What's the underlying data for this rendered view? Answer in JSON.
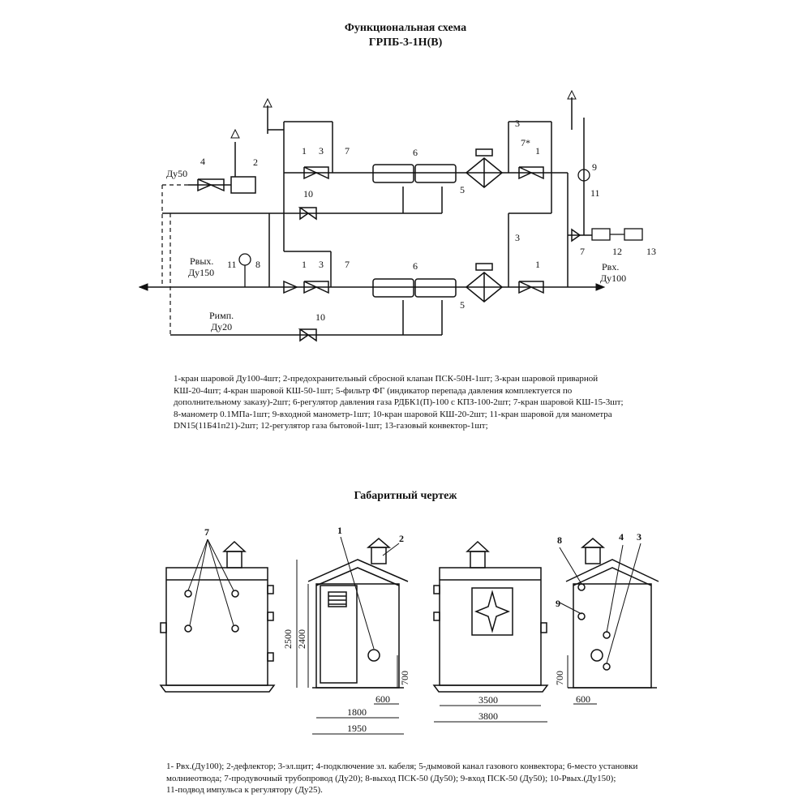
{
  "titles": {
    "functional_line1": "Функциональная схема",
    "functional_line2": "ГРПБ-3-1Н(В)",
    "dimensional": "Габаритный чертеж"
  },
  "schema": {
    "labels": {
      "du50": "Ду50",
      "pvyh": "Рвых.",
      "du150": "Ду150",
      "pimp": "Римп.",
      "du20": "Ду20",
      "pvh": "Рвх.",
      "du100": "Ду100",
      "star7": "7*"
    },
    "numbers": [
      "1",
      "2",
      "3",
      "4",
      "5",
      "6",
      "7",
      "8",
      "9",
      "10",
      "11",
      "12",
      "13"
    ]
  },
  "schema_legend": [
    "1-кран шаровой Ду100-4шт; 2-предохранительный сбросной клапан ПСК-50Н-1шт; 3-кран шаровой приварной",
    "КШ-20-4шт; 4-кран шаровой КШ-50-1шт; 5-фильтр ФГ (индикатор перепада давления комплектуется по",
    "дополнительному заказу)-2шт; 6-регулятор давления газа РДБК1(П)-100 с КПЗ-100-2шт; 7-кран шаровой КШ-15-3шт;",
    "8-манометр 0.1МПа-1шт; 9-входной манометр-1шт; 10-кран шаровой КШ-20-2шт; 11-кран шаровой для манометра",
    "DN15(11Б41п21)-2шт; 12-регулятор газа бытовой-1шт; 13-газовый конвектор-1шт;"
  ],
  "drawing": {
    "dims": {
      "d2500": "2500",
      "d2400": "2400",
      "d700a": "700",
      "d600a": "600",
      "d1800": "1800",
      "d1950": "1950",
      "d3500": "3500",
      "d3800": "3800",
      "d700b": "700",
      "d600b": "600"
    },
    "callouts": {
      "c7": "7",
      "c1": "1",
      "c2": "2",
      "c8": "8",
      "c4": "4",
      "c3": "3",
      "c9": "9"
    }
  },
  "drawing_legend": [
    "1- Рвх.(Ду100); 2-дефлектор; 3-эл.щит; 4-подключение эл. кабеля; 5-дымовой канал газового конвектора; 6-место установки",
    "молниеотвода; 7-продувочный трубопровод (Ду20); 8-выход ПСК-50 (Ду50); 9-вход ПСК-50 (Ду50); 10-Рвых.(Ду150);",
    "11-подвод импульса к регулятору (Ду25)."
  ]
}
